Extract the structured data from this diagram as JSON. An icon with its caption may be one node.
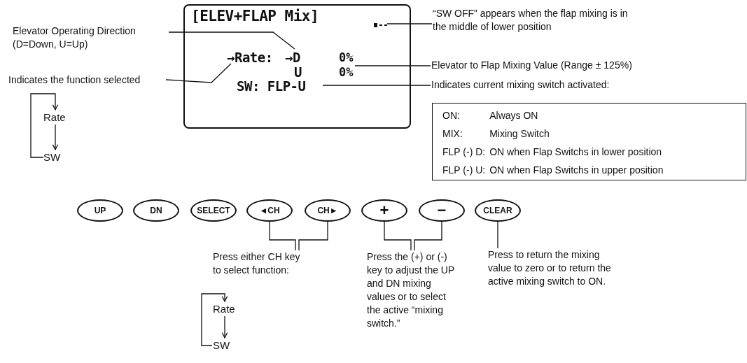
{
  "diagram": {
    "nodes": [
      {
        "text": [
          "[ELEV+FLAP Mix]"
        ]
      },
      {
        "text": [
          "→Rate:"
        ],
        "in": 0
      },
      {
        "text": [
          "→D"
        ],
        "in": 0
      },
      {
        "text": [
          "U"
        ],
        "in": 0
      },
      {
        "text": [
          "0%",
          "0%"
        ],
        "in": 0
      },
      {
        "text": [
          "SW: FLP-U"
        ],
        "in": 0
      },
      {
        "text": [],
        "shape": "bar",
        "in": 0
      },
      {
        "text": [
          "Elevator Operating Direction (D=Down, U=Up)"
        ]
      },
      {
        "text": [
          "Indicates the function selected"
        ]
      },
      {
        "text": [
          "Rate"
        ]
      },
      {
        "text": [
          "SW"
        ]
      },
      {
        "text": [
          "“SW OFF” appears when the flap mixing is in the middle of lower position"
        ]
      },
      {
        "text": [
          "Elevator to Flap Mixing Value (Range ± 125%)"
        ]
      },
      {
        "text": [
          "Indicates current mixing switch activated:"
        ]
      },
      {
        "text": [
          "ON:",
          "Always ON",
          "MIX:",
          "Mixing Switch",
          "FLP (-) D:",
          "ON when Flap Switchs in lower position",
          "FLP (-) U:",
          "ON when Flap Switchs in upper position"
        ]
      },
      {
        "text": [
          "UP"
        ]
      },
      {
        "text": [
          "DN"
        ]
      },
      {
        "text": [
          "SELECT"
        ]
      },
      {
        "text": [
          "◄CH"
        ]
      },
      {
        "text": [
          "CH►"
        ]
      },
      {
        "text": [
          "+"
        ]
      },
      {
        "text": [
          "−"
        ]
      },
      {
        "text": [
          "CLEAR"
        ]
      },
      {
        "text": [
          "Press either CH key to select function:"
        ]
      },
      {
        "text": [
          "Rate"
        ]
      },
      {
        "text": [
          "SW"
        ]
      },
      {
        "text": [
          "Press the (+) or (-) key to adjust the UP and DN mixing values or to select the active “mixing switch.”"
        ]
      },
      {
        "text": [
          "Press to return the mixing value to zero or to return the active mixing switch to ON."
        ]
      }
    ],
    "edges": [
      {
        "from": 7,
        "to": 2,
        "arrow": "none"
      },
      {
        "from": 8,
        "to": 1,
        "arrow": "none"
      },
      {
        "from": 10,
        "to": 9,
        "arrow": "to"
      },
      {
        "from": 9,
        "to": 10,
        "arrow": "to"
      },
      {
        "from": 11,
        "to": 6,
        "arrow": "none"
      },
      {
        "from": 12,
        "to": 4,
        "arrow": "none"
      },
      {
        "from": 13,
        "to": 5,
        "arrow": "none"
      },
      {
        "from": 18,
        "to": 23,
        "arrow": "none"
      },
      {
        "from": 19,
        "to": 23,
        "arrow": "none"
      },
      {
        "from": 20,
        "to": 26,
        "arrow": "none"
      },
      {
        "from": 21,
        "to": 26,
        "arrow": "none"
      },
      {
        "from": 22,
        "to": 27,
        "arrow": "none"
      },
      {
        "from": 25,
        "to": 24,
        "arrow": "to"
      },
      {
        "from": 24,
        "to": 25,
        "arrow": "to"
      }
    ]
  }
}
